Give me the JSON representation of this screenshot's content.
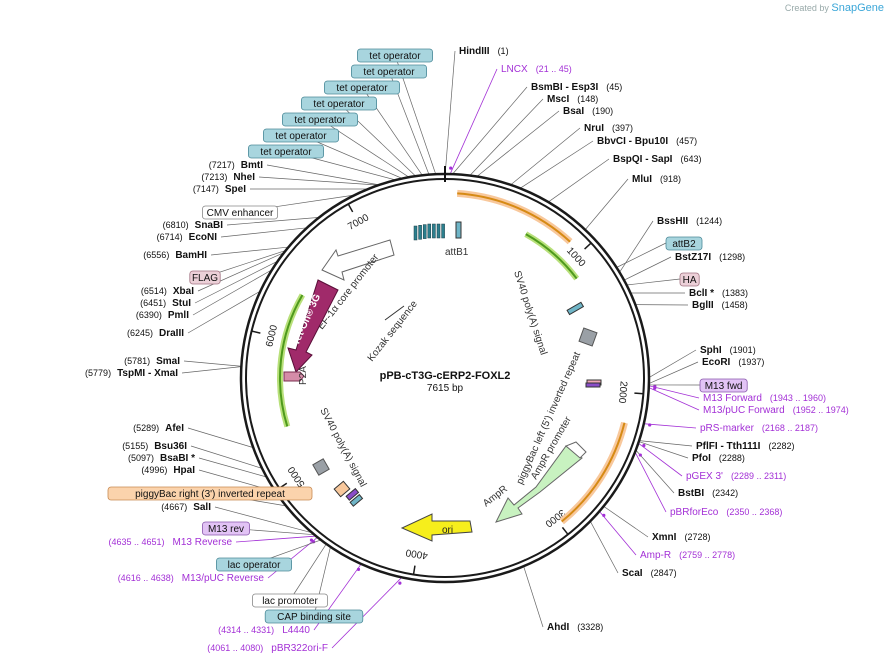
{
  "branding": {
    "created_by": "Created by",
    "app": "SnapGene"
  },
  "map": {
    "name": "pPB-cT3G-cERP2-FOXL2",
    "length_label": "7615 bp",
    "length": 7615,
    "ticks": [
      "1000",
      "2000",
      "3000",
      "4000",
      "5000",
      "6000",
      "7000"
    ]
  },
  "sites": [
    {
      "label": "HindIII",
      "pos": "(1)",
      "bp": 1
    },
    {
      "label": "BsmBI - Esp3I",
      "pos": "(45)",
      "bp": 45
    },
    {
      "label": "MscI",
      "pos": "(148)",
      "bp": 148
    },
    {
      "label": "BsaI",
      "pos": "(190)",
      "bp": 190
    },
    {
      "label": "NruI",
      "pos": "(397)",
      "bp": 397
    },
    {
      "label": "BbvCI - Bpu10I",
      "pos": "(457)",
      "bp": 457
    },
    {
      "label": "BspQI - SapI",
      "pos": "(643)",
      "bp": 643
    },
    {
      "label": "MluI",
      "pos": "(918)",
      "bp": 918
    },
    {
      "label": "BssHII",
      "pos": "(1244)",
      "bp": 1244
    },
    {
      "label": "BstZ17I",
      "pos": "(1298)",
      "bp": 1298
    },
    {
      "label": "BclI *",
      "pos": "(1383)",
      "bp": 1383
    },
    {
      "label": "BglII",
      "pos": "(1458)",
      "bp": 1458
    },
    {
      "label": "SphI",
      "pos": "(1901)",
      "bp": 1901
    },
    {
      "label": "EcoRI",
      "pos": "(1937)",
      "bp": 1937
    },
    {
      "label": "PflFI - Tth111I",
      "pos": "(2282)",
      "bp": 2282
    },
    {
      "label": "PfoI",
      "pos": "(2288)",
      "bp": 2288
    },
    {
      "label": "BstBI",
      "pos": "(2342)",
      "bp": 2342
    },
    {
      "label": "XmnI",
      "pos": "(2728)",
      "bp": 2728
    },
    {
      "label": "ScaI",
      "pos": "(2847)",
      "bp": 2847
    },
    {
      "label": "AhdI",
      "pos": "(3328)",
      "bp": 3328
    },
    {
      "label": "SalI",
      "pos": "(4667)",
      "bp": 4667
    },
    {
      "label": "HpaI",
      "pos": "(4996)",
      "bp": 4996
    },
    {
      "label": "BsaBI *",
      "pos": "(5097)",
      "bp": 5097
    },
    {
      "label": "Bsu36I",
      "pos": "(5155)",
      "bp": 5155
    },
    {
      "label": "AfeI",
      "pos": "(5289)",
      "bp": 5289
    },
    {
      "label": "TspMI - XmaI",
      "pos": "(5779)",
      "bp": 5779
    },
    {
      "label": "SmaI",
      "pos": "(5781)",
      "bp": 5781
    },
    {
      "label": "DraIII",
      "pos": "(6245)",
      "bp": 6245
    },
    {
      "label": "PmlI",
      "pos": "(6390)",
      "bp": 6390
    },
    {
      "label": "StuI",
      "pos": "(6451)",
      "bp": 6451
    },
    {
      "label": "XbaI",
      "pos": "(6514)",
      "bp": 6514
    },
    {
      "label": "BamHI",
      "pos": "(6556)",
      "bp": 6556
    },
    {
      "label": "EcoNI",
      "pos": "(6714)",
      "bp": 6714
    },
    {
      "label": "SnaBI",
      "pos": "(6810)",
      "bp": 6810
    },
    {
      "label": "SpeI",
      "pos": "(7147)",
      "bp": 7147
    },
    {
      "label": "NheI",
      "pos": "(7213)",
      "bp": 7213
    },
    {
      "label": "BmtI",
      "pos": "(7217)",
      "bp": 7217
    }
  ],
  "primers": [
    {
      "label": "LNCX",
      "range": "(21 .. 45)",
      "bp": 33
    },
    {
      "label": "M13 Forward",
      "range": "(1943 .. 1960)",
      "bp": 1951
    },
    {
      "label": "M13/pUC Forward",
      "range": "(1952 .. 1974)",
      "bp": 1963
    },
    {
      "label": "pRS-marker",
      "range": "(2168 .. 2187)",
      "bp": 2177
    },
    {
      "label": "pGEX 3'",
      "range": "(2289 .. 2311)",
      "bp": 2300
    },
    {
      "label": "pBRforEco",
      "range": "(2350 .. 2368)",
      "bp": 2359
    },
    {
      "label": "Amp-R",
      "range": "(2759 .. 2778)",
      "bp": 2768
    },
    {
      "label": "pBR322ori-F",
      "range": "(4061 .. 4080)",
      "bp": 4070
    },
    {
      "label": "L4440",
      "range": "(4314 .. 4331)",
      "bp": 4322
    },
    {
      "label": "M13/pUC Reverse",
      "range": "(4616 .. 4638)",
      "bp": 4627
    },
    {
      "label": "M13 Reverse",
      "range": "(4635 .. 4651)",
      "bp": 4643
    }
  ],
  "tags": [
    {
      "label": "attB2",
      "bp": 1210,
      "style": "blue"
    },
    {
      "label": "HA",
      "bp": 1330,
      "style": "pink"
    },
    {
      "label": "M13 fwd",
      "bp": 1945,
      "style": "violet"
    },
    {
      "label": "piggyBac right (3') inverted repeat",
      "bp": 4890,
      "style": "orange"
    },
    {
      "label": "M13 rev",
      "bp": 4650,
      "style": "violet"
    },
    {
      "label": "lac operator",
      "bp": 4600,
      "style": "blue"
    },
    {
      "label": "lac promoter",
      "bp": 4560,
      "style": "white"
    },
    {
      "label": "CAP binding site",
      "bp": 4530,
      "style": "blue"
    },
    {
      "label": "FLAG",
      "bp": 6530,
      "style": "pink"
    },
    {
      "label": "CMV enhancer",
      "bp": 7060,
      "style": "white"
    },
    {
      "label": "tet operator",
      "bp": 7560,
      "style": "blue"
    },
    {
      "label": "tet operator",
      "bp": 7520,
      "style": "blue"
    },
    {
      "label": "tet operator",
      "bp": 7480,
      "style": "blue"
    },
    {
      "label": "tet operator",
      "bp": 7440,
      "style": "blue"
    },
    {
      "label": "tet operator",
      "bp": 7400,
      "style": "blue"
    },
    {
      "label": "tet operator",
      "bp": 7360,
      "style": "blue"
    },
    {
      "label": "tet operator",
      "bp": 7320,
      "style": "blue"
    }
  ],
  "features": [
    {
      "label": "attB1",
      "kind": "attB1"
    },
    {
      "label": "SV40 poly(A) signal",
      "kind": "sv40-right"
    },
    {
      "label": "piggyBac left (5') inverted repeat",
      "kind": "pb-left"
    },
    {
      "label": "AmpR promoter",
      "kind": "amp-promoter"
    },
    {
      "label": "AmpR",
      "kind": "ampr"
    },
    {
      "label": "ori",
      "kind": "ori"
    },
    {
      "label": "SV40 poly(A) signal",
      "kind": "sv40-left"
    },
    {
      "label": "P2A",
      "kind": "p2a"
    },
    {
      "label": "Tet-On® 3G",
      "kind": "teton"
    },
    {
      "label": "EF-1α core promoter",
      "kind": "ef1a"
    },
    {
      "label": "Kozak sequence",
      "kind": "kozak"
    }
  ],
  "colors": {
    "backbone": "#1a1a1a",
    "primer": "#a330d6",
    "site_line": "#555555",
    "tag_blue": "#9fcfda",
    "tag_pink": "#e6c7d0",
    "tag_orange": "#f8c89c",
    "tag_violet": "#d8b3f0",
    "ampr": "#c8f2c0",
    "ori": "#f6ee1c",
    "teton": "#a02a6a",
    "green_arrow": "#6ab52a",
    "orange_arrow": "#e09a1e"
  }
}
